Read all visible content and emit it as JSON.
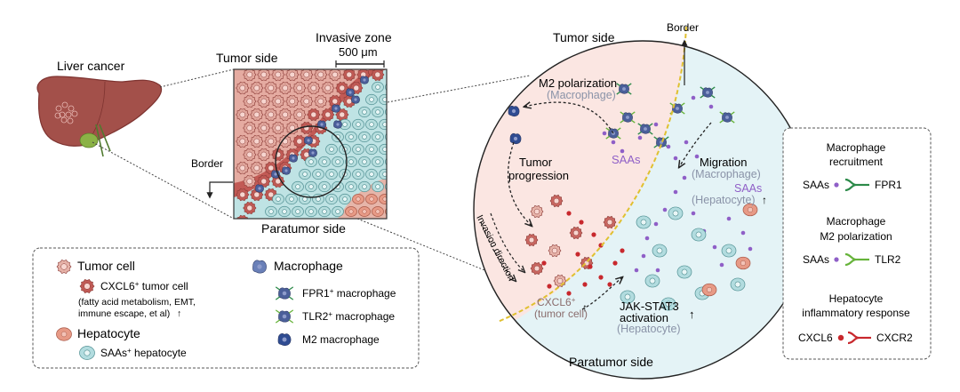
{
  "left": {
    "liver_label": "Liver cancer",
    "tumor_side": "Tumor side",
    "invasive_zone": "Invasive zone",
    "scale_bar": "500 μm",
    "border": "Border",
    "paratumor_side": "Paratumor side"
  },
  "legend": {
    "tumor_cell": "Tumor cell",
    "cxcl6_prefix": "CXCL6",
    "cxcl6_suffix": " tumor cell",
    "cxcl6_detail1": "(fatty acid metabolism, EMT,",
    "cxcl6_detail2": "immune escape, et al)",
    "up_arrow": "↑",
    "hepatocyte": "Hepatocyte",
    "saas_prefix": "SAAs",
    "saas_suffix": " hepatocyte",
    "macrophage": "Macrophage",
    "fpr1_prefix": "FPR1",
    "fpr1_suffix": " macrophage",
    "tlr2_prefix": "TLR2",
    "tlr2_suffix": " macrophage",
    "m2": "M2 macrophage",
    "sup_plus": "+"
  },
  "circle": {
    "tumor_side": "Tumor side",
    "border": "Border",
    "paratumor_side": "Paratumor side",
    "m2_polarization": "M2 polarization",
    "macrophage_paren": "(Macrophage)",
    "saas": "SAAs",
    "tumor": "Tumor",
    "progression": "progression",
    "migration": "Migration",
    "saas_right": "SAAs",
    "hepatocyte_paren": "(Hepatocyte)",
    "invasion_direction": "Invasion direction",
    "cxcl6": "CXCL6",
    "tumor_cell_paren": "(tumor cell)",
    "jak": "JAK-STAT3",
    "activation": "activation",
    "up": "↑"
  },
  "right_panel": {
    "recruit_title1": "Macrophage",
    "recruit_title2": "recruitment",
    "saas1": "SAAs",
    "fpr1": "FPR1",
    "polar_title1": "Macrophage",
    "polar_title2": "M2 polarization",
    "saas2": "SAAs",
    "tlr2": "TLR2",
    "hep_title1": "Hepatocyte",
    "hep_title2": "inflammatory response",
    "cxcl6": "CXCL6",
    "cxcr2": "CXCR2"
  },
  "colors": {
    "tumor": "#d98f84",
    "tumor_dark": "#b84848",
    "hepatocyte": "#b7dede",
    "hepatocyte_bg": "#e6f4f6",
    "tumor_bg": "#fbe6e2",
    "macrophage": "#4b5f9a",
    "saas": "#8f5fc7",
    "cxcl6": "#c8282d",
    "border_line": "#e3c23a",
    "fpr1": "#2c8a49",
    "tlr2": "#66b33a",
    "cxcr2": "#c8282d",
    "gray_label": "#8a93a8"
  }
}
